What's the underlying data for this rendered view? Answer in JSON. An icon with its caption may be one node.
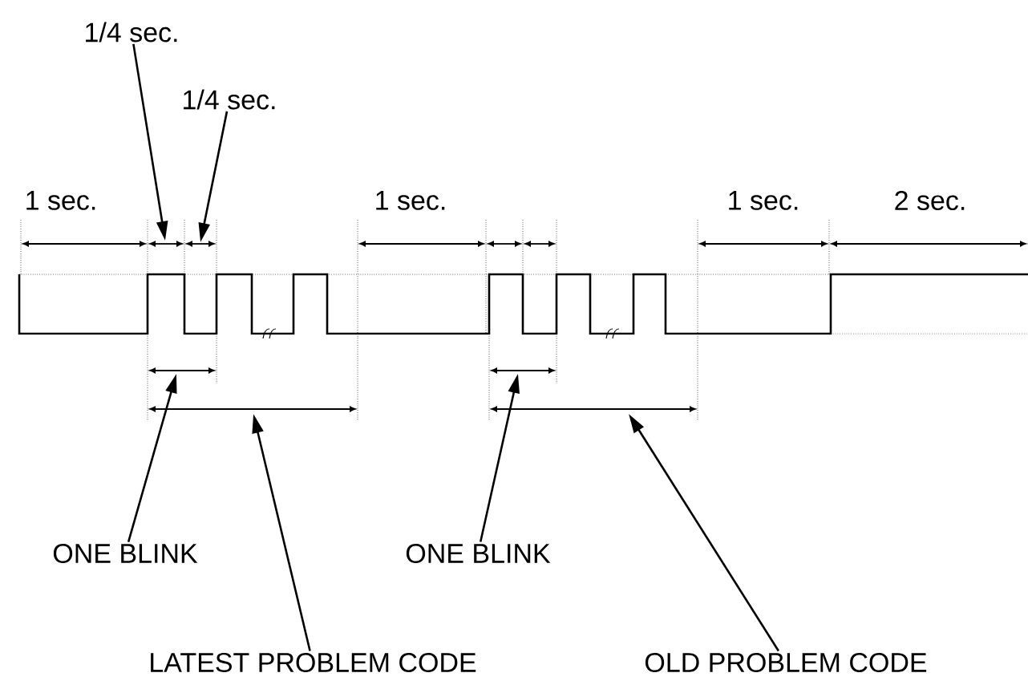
{
  "diagram": {
    "nodes": [
      {
        "text": [
          "1/4 sec."
        ]
      },
      {
        "text": [
          "1/4 sec."
        ]
      },
      {
        "text": [
          "ONE BLINK"
        ]
      },
      {
        "text": [
          "ONE BLINK"
        ]
      },
      {
        "text": [
          "LATEST PROBLEM CODE"
        ]
      },
      {
        "text": [
          "OLD PROBLEM CODE"
        ]
      }
    ],
    "edges": [
      {
        "from": 0,
        "to": null,
        "arrow": "to"
      },
      {
        "from": 1,
        "to": null,
        "arrow": "to"
      },
      {
        "from": 2,
        "to": null,
        "arrow": "to"
      },
      {
        "from": 3,
        "to": null,
        "arrow": "to"
      },
      {
        "from": 4,
        "to": null,
        "arrow": "to"
      },
      {
        "from": 5,
        "to": null,
        "arrow": "to"
      }
    ],
    "labels": [
      "1 sec.",
      "1 sec.",
      "1 sec.",
      "2 sec."
    ]
  }
}
